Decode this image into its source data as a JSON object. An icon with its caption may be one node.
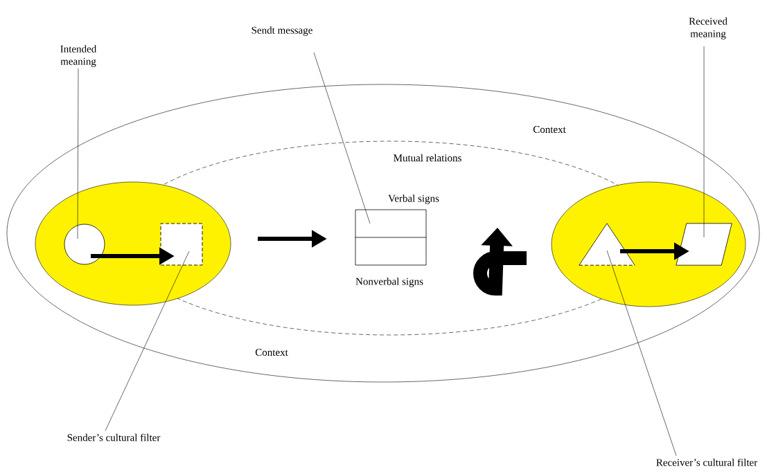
{
  "diagram": {
    "nodes": [
      {
        "text": [
          "Context",
          "Context"
        ]
      },
      {
        "text": [
          "Mutual relations"
        ],
        "in": 0
      },
      {
        "text": [],
        "shape": "ellipse",
        "in": 0
      },
      {
        "text": [],
        "shape": "circle",
        "in": 2
      },
      {
        "text": [],
        "shape": "box"
      },
      {
        "text": [
          "Verbal signs",
          "Nonverbal signs"
        ],
        "in": 1
      },
      {
        "text": [],
        "shape": "ellipse",
        "in": 0
      },
      {
        "text": [],
        "shape": "triangle"
      },
      {
        "text": [],
        "shape": "parallelogram",
        "in": 6
      },
      {
        "text": [
          "Intended meaning"
        ]
      },
      {
        "text": [
          "Sendt message"
        ]
      },
      {
        "text": [
          "Received meaning"
        ]
      },
      {
        "text": [
          "Sender’s cultural filter"
        ]
      },
      {
        "text": [
          "Receiver’s cultural filter"
        ]
      }
    ],
    "edges": [
      {
        "from": 3,
        "to": 4,
        "arrow": "to",
        "style": "thick"
      },
      {
        "from": 2,
        "to": 5,
        "arrow": "to",
        "style": "thick"
      },
      {
        "from": 7,
        "to": 8,
        "arrow": "to",
        "style": "thick"
      },
      {
        "from": 9,
        "to": 3,
        "arrow": "none"
      },
      {
        "from": 10,
        "to": 5,
        "arrow": "none"
      },
      {
        "from": 11,
        "to": 8,
        "arrow": "none"
      },
      {
        "from": 12,
        "to": 4,
        "arrow": "none"
      },
      {
        "from": 13,
        "to": 7,
        "arrow": "none"
      }
    ]
  }
}
